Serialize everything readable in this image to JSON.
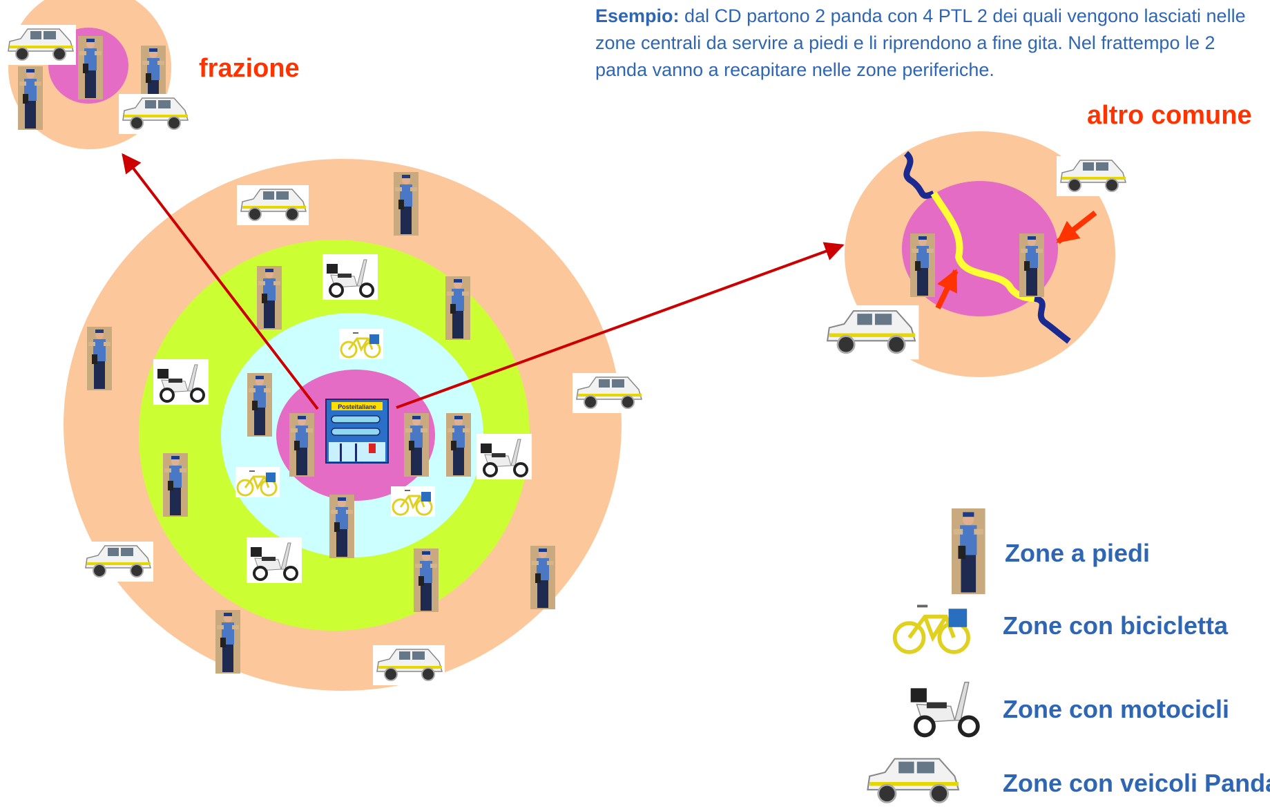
{
  "example": {
    "lead": "Esempio:",
    "text": "dal CD partono 2 panda con 4 PTL 2 dei quali vengono lasciati nelle zone centrali da servire a piedi e li riprendono a fine gita. Nel frattempo le 2 panda vanno a recapitare nelle zone periferiche."
  },
  "labels": {
    "frazione": "frazione",
    "altro_comune": "altro comune"
  },
  "center_building": {
    "sign": "Posteitaliane"
  },
  "legend": [
    {
      "icon": "postman-icon",
      "label": "Zone a piedi"
    },
    {
      "icon": "bicycle-icon",
      "label": "Zone con bicicletta"
    },
    {
      "icon": "scooter-icon",
      "label": "Zone con motocicli"
    },
    {
      "icon": "panda-car-icon",
      "label": "Zone con veicoli Panda"
    }
  ],
  "colors": {
    "outer_zone": "#fcc89b",
    "mid_zone": "#ccff33",
    "inner_zone": "#ccffff",
    "center_zone": "#e56cc4",
    "arrow": "#cc0000",
    "text_blue": "#2e66b4",
    "label_red": "#ff3300"
  }
}
